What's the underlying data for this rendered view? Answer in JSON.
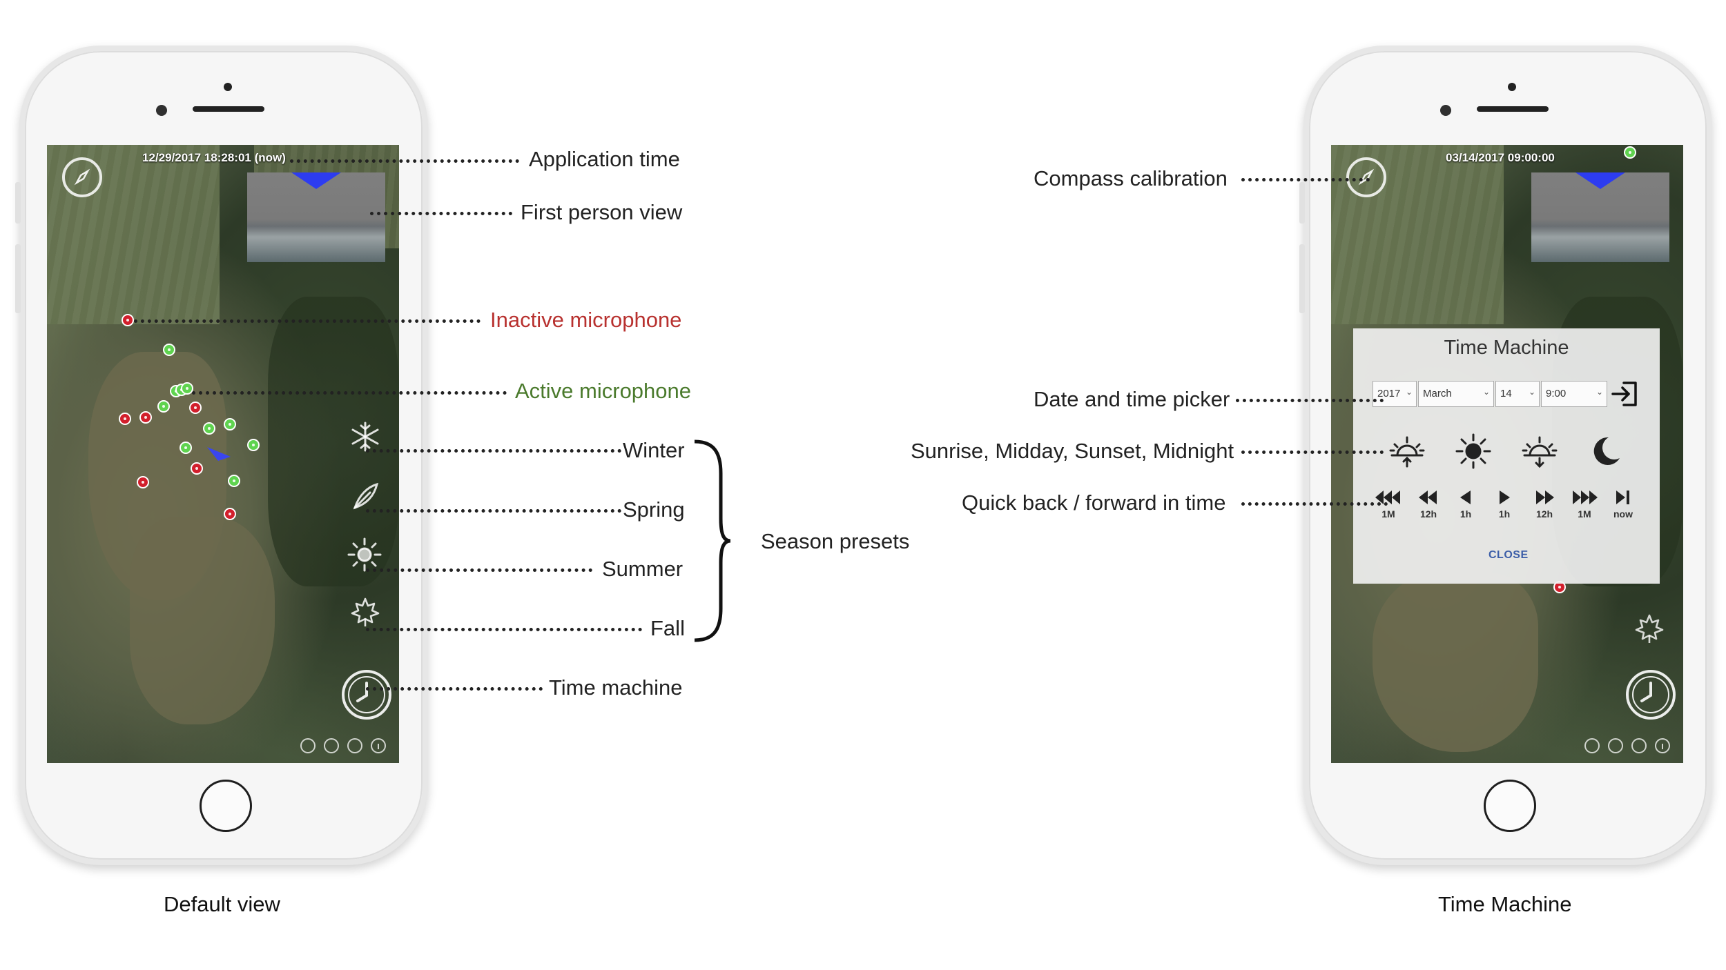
{
  "left_phone": {
    "timestamp": "12/29/2017 18:28:01 (now)",
    "caption": "Default view"
  },
  "right_phone": {
    "timestamp": "03/14/2017 09:00:00",
    "caption": "Time Machine",
    "dialog": {
      "title": "Time Machine",
      "year": "2017",
      "month": "March",
      "day": "14",
      "time": "9:00",
      "close_label": "CLOSE",
      "steps": [
        "1M",
        "12h",
        "1h",
        "1h",
        "12h",
        "1M",
        "now"
      ]
    }
  },
  "annotations": {
    "application_time": "Application time",
    "first_person_view": "First person view",
    "inactive_microphone": "Inactive microphone",
    "active_microphone": "Active microphone",
    "winter": "Winter",
    "spring": "Spring",
    "summer": "Summer",
    "fall": "Fall",
    "season_presets": "Season presets",
    "time_machine": "Time machine",
    "compass_calibration": "Compass calibration",
    "date_time_picker": "Date and time picker",
    "sun_presets": "Sunrise, Midday, Sunset, Midnight",
    "quick_time": "Quick back / forward in time"
  },
  "colors": {
    "inactive": "#d21f2c",
    "active": "#5fd34f",
    "inactive_text": "#b8312f",
    "active_text": "#4a7a2c",
    "fpv_indicator": "#2d3cf0"
  },
  "icons": [
    "compass-icon",
    "snowflake-icon",
    "leaf-icon",
    "sun-icon",
    "maple-leaf-icon",
    "clock-icon",
    "sunrise-icon",
    "midday-icon",
    "sunset-icon",
    "moon-icon",
    "enter-icon"
  ]
}
